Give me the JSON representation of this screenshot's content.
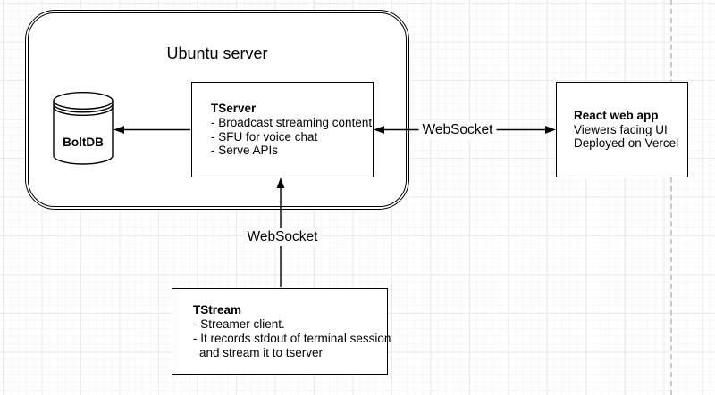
{
  "diagram": {
    "container": {
      "title": "Ubuntu server"
    },
    "nodes": {
      "boltdb": {
        "label": "BoltDB",
        "shape": "database-cylinder"
      },
      "tserver": {
        "title": "TServer",
        "lines": [
          "- Broadcast streaming content",
          "- SFU for voice chat",
          "- Serve APIs"
        ]
      },
      "react_app": {
        "title": "React web app",
        "lines": [
          "Viewers facing UI",
          "Deployed on Vercel"
        ]
      },
      "tstream": {
        "title": "TStream",
        "lines": [
          "- Streamer client.",
          "- It records stdout of terminal session",
          "and stream it to tserver"
        ]
      }
    },
    "edges": {
      "tserver_boltdb": {
        "style": "arrow-to-boltdb"
      },
      "tserver_react": {
        "label": "WebSocket",
        "style": "double-arrow"
      },
      "tstream_tserver": {
        "label": "WebSocket",
        "style": "arrow-to-tserver"
      }
    },
    "colors": {
      "stroke": "#000000",
      "node_fill": "#ffffff",
      "page_break": "#c9c9c9"
    }
  }
}
